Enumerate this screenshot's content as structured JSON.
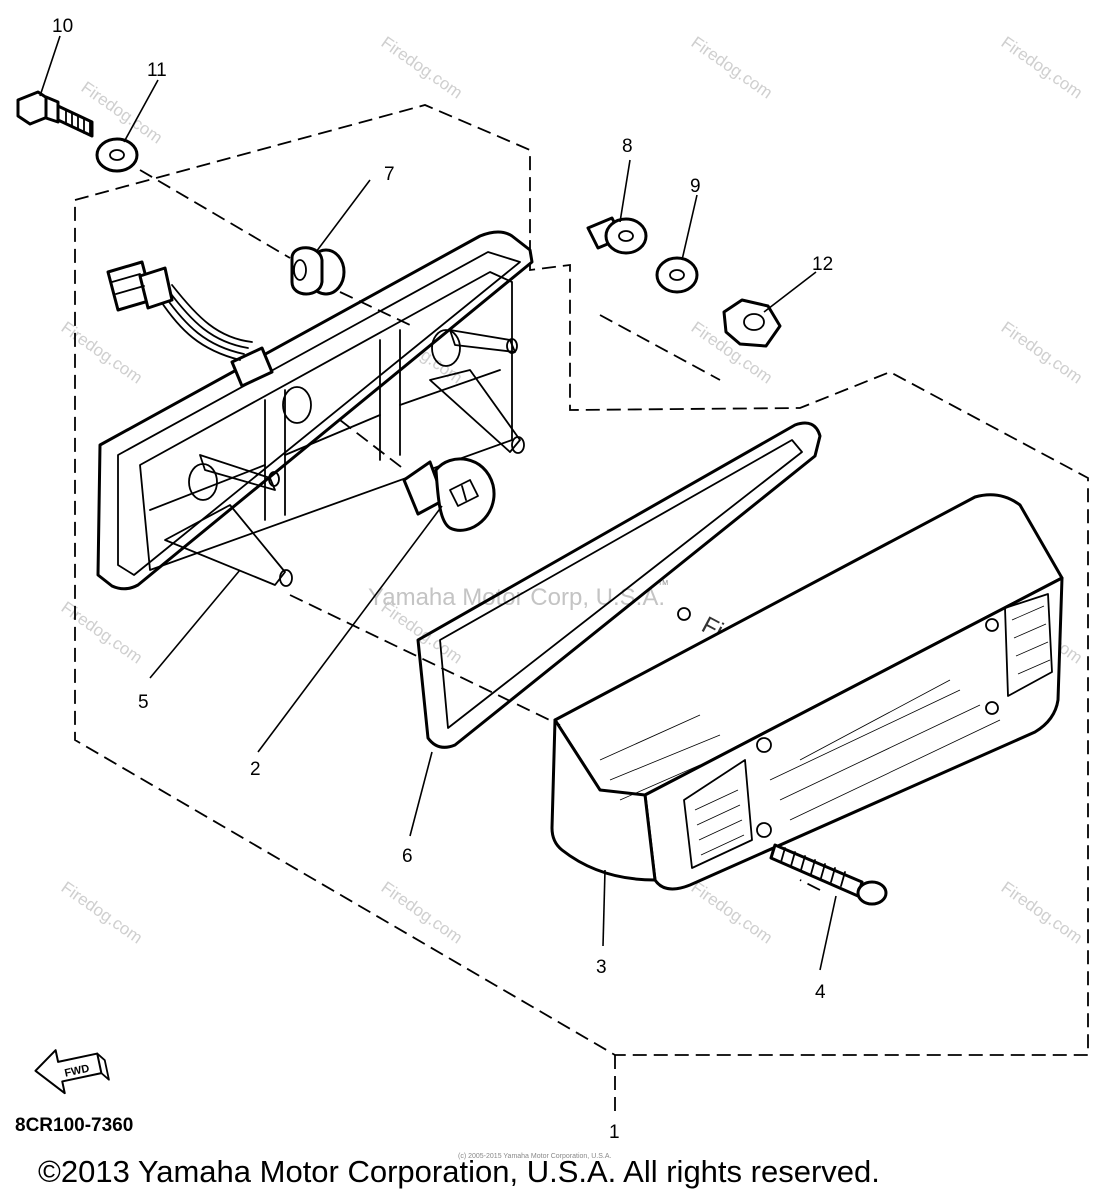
{
  "callouts": {
    "c1": "1",
    "c2": "2",
    "c3": "3",
    "c4": "4",
    "c5": "5",
    "c6": "6",
    "c7": "7",
    "c8": "8",
    "c9": "9",
    "c10": "10",
    "c11": "11",
    "c12": "12"
  },
  "part_number": "8CR100-7360",
  "fwd_label": "FWD",
  "watermark": {
    "site": "Firedog.com",
    "center": "Yamaha Motor Corp, U.S.A.",
    "center_tm": "TM",
    "tiny": "(c) 2005-2015 Yamaha Motor Corporation, U.S.A."
  },
  "copyright": "©2013 Yamaha Motor Corporation, U.S.A. All rights reserved."
}
